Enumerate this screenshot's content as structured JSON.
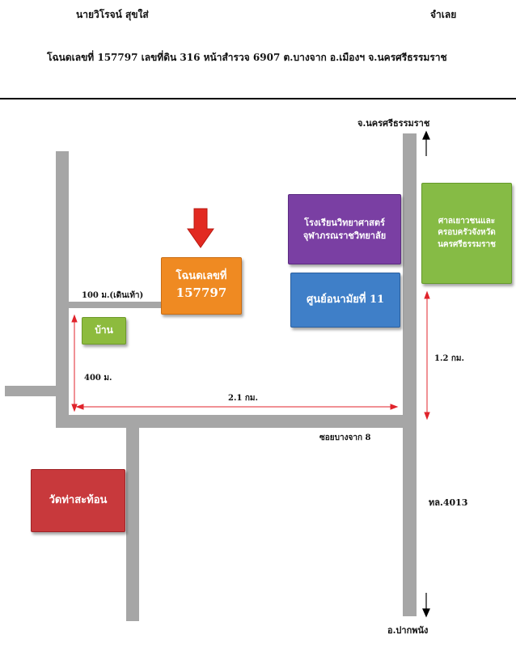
{
  "header": {
    "owner_name": "นายวิโรจน์ สุขใส่",
    "role": "จำเลย",
    "deed_line": "โฉนดเลขที่ 157797 เลขที่ดิน 316 หน้าสำรวจ 6907 ต.บางจาก อ.เมืองฯ จ.นครศรีธรรมราช"
  },
  "map": {
    "north_label": "จ.นครศรีธรรมราช",
    "south_label": "อ.ปากพนัง",
    "highway_label": "ทล.4013",
    "soi_label": "ซอยบางจาก 8",
    "target_line1": "โฉนดเลขที่",
    "target_line2": "157797",
    "house_label": "บ้าน",
    "school_line1": "โรงเรียนวิทยาศาสตร์",
    "school_line2": "จุฬาภรณราชวิทยาลัย",
    "health_center": "ศูนย์อนามัยที่ 11",
    "court_line1": "ศาลเยาวชนและ",
    "court_line2": "ครอบครัวจังหวัด",
    "court_line3": "นครศรีธรรมราช",
    "temple": "วัดท่าสะท้อน",
    "dist_walk": "100 ม.(เดินเท้า)",
    "dist_400": "400 ม.",
    "dist_2_1": "2.1 กม.",
    "dist_1_2": "1.2 กม.",
    "colors": {
      "road": "#a6a6a6",
      "target": "#ef8a22",
      "house": "#8dbb3e",
      "school": "#7a3fa3",
      "health": "#3f7fc8",
      "court": "#86bb45",
      "temple": "#c8393c",
      "arrow": "#e22a21",
      "distance": "#e0232b"
    }
  }
}
